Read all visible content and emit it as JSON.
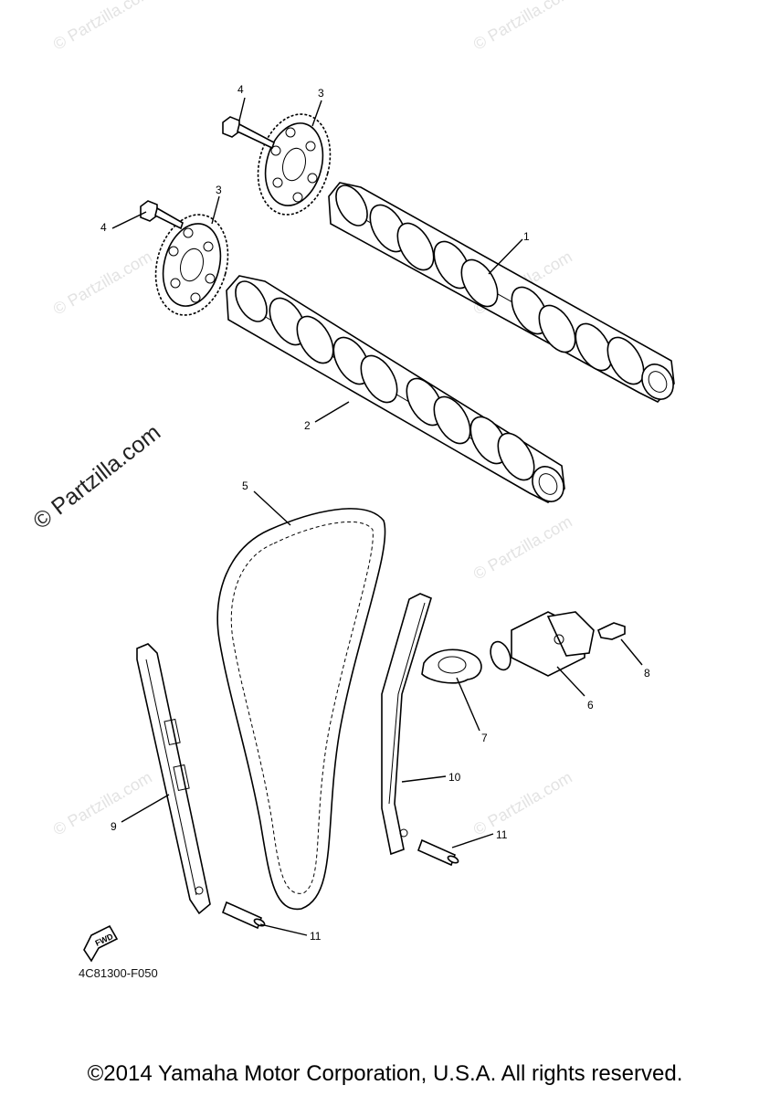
{
  "watermark": {
    "small_text": "© Partzilla.com",
    "large_text": "© Partzilla.com"
  },
  "callouts": {
    "c1": "1",
    "c2": "2",
    "c3a": "3",
    "c3b": "3",
    "c4a": "4",
    "c4b": "4",
    "c5": "5",
    "c6": "6",
    "c7": "7",
    "c8": "8",
    "c9": "9",
    "c10": "10",
    "c11a": "11",
    "c11b": "11"
  },
  "fwd_label": "FWD",
  "diagram_code": "4C81300-F050",
  "copyright": "©2014 Yamaha Motor Corporation, U.S.A. All rights reserved."
}
